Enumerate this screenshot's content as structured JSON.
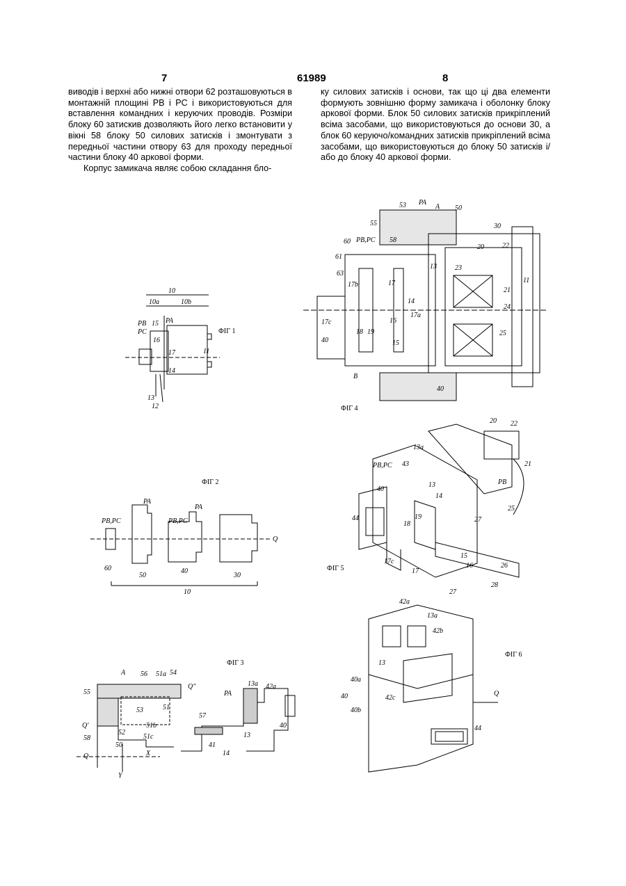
{
  "header": {
    "left_page": "7",
    "center_number": "61989",
    "right_page": "8"
  },
  "left_column": {
    "para1": "виводів і верхні або нижні отвори 62 розташовуються в монтажній площині PB і PC і використовуються для вставлення командних і керуючих проводів. Розміри блоку 60 затискив дозволяють його легко встановити у вікні 58 блоку 50 силових затисків і змонтувати з передньої частини отвору 63 для проходу передньої частини блоку 40 аркової форми.",
    "para2": "Корпус замикача являє собою складання бло-"
  },
  "right_column": {
    "para1": "ку силових затисків і основи, так що ці два елементи формують зовнішню форму замикача і оболонку блоку аркової форми. Блок 50 силових затисків прикріплений всіма засобами, що використовуються до основи 30, а блок 60 керуючо/командних затисків прикріплений всіма засобами, що використовуються до блоку 50 затисків і/або до блоку 40 аркової форми."
  },
  "figures": {
    "fig1": {
      "caption": "ФІГ 1",
      "labels": [
        "10",
        "10a",
        "10b",
        "PA",
        "PB",
        "PC",
        "15",
        "16",
        "17",
        "11",
        "14",
        "13",
        "12"
      ]
    },
    "fig2": {
      "caption": "ФІГ 2",
      "labels": [
        "PB,PC",
        "PA",
        "PB,PC",
        "PA",
        "Q",
        "60",
        "50",
        "40",
        "30",
        "10"
      ]
    },
    "fig3": {
      "caption": "ФІГ 3",
      "labels": [
        "A",
        "56",
        "51a",
        "54",
        "Q\"",
        "55",
        "53",
        "51",
        "Q'",
        "52",
        "51b",
        "51c",
        "58",
        "50",
        "Q",
        "X",
        "Y",
        "PA",
        "13a",
        "42a",
        "57",
        "41",
        "14",
        "13",
        "40"
      ]
    },
    "fig4": {
      "caption": "ФІГ 4",
      "labels": [
        "53",
        "PA",
        "A",
        "50",
        "30",
        "55",
        "60",
        "PB,PC",
        "58",
        "20",
        "22",
        "61",
        "13",
        "23",
        "63",
        "17b",
        "11",
        "17",
        "14",
        "21",
        "24",
        "17a",
        "17c",
        "16",
        "40",
        "18",
        "19",
        "15",
        "25",
        "B",
        "40"
      ]
    },
    "fig5": {
      "caption": "ФІГ 5",
      "labels": [
        "20",
        "22",
        "13a",
        "PB,PC",
        "43",
        "21",
        "PB",
        "40",
        "13",
        "14",
        "25",
        "44",
        "18",
        "19",
        "27",
        "15",
        "16",
        "26",
        "17c",
        "17",
        "27",
        "28"
      ]
    },
    "fig6": {
      "caption": "ФІГ 6",
      "labels": [
        "42a",
        "13a",
        "42b",
        "13",
        "40a",
        "40",
        "42c",
        "Q",
        "40b",
        "44"
      ]
    }
  }
}
